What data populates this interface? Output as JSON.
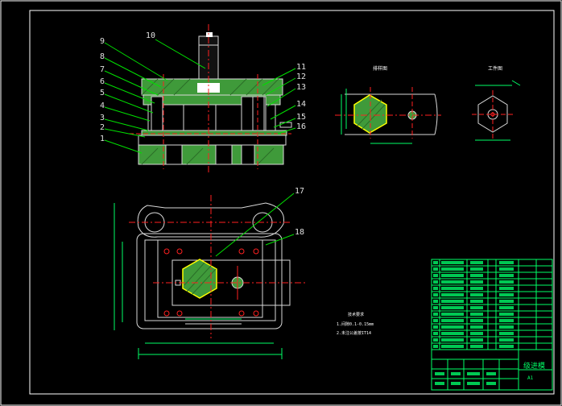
{
  "drawing": {
    "colors": {
      "background": "#000000",
      "border": "#ffffff",
      "part_fill": "#3f9a3a",
      "part_line": "#d8d8d8",
      "center_line": "#ff2020",
      "leader_line": "#00e000",
      "dimension_line": "#00ff66",
      "hex_outline": "#ffff00"
    },
    "part_numbers": [
      "1",
      "2",
      "3",
      "4",
      "5",
      "6",
      "7",
      "8",
      "9",
      "10",
      "11",
      "12",
      "13",
      "14",
      "15",
      "16",
      "17",
      "18"
    ],
    "strip_layout_title": "排样图",
    "workpiece_title": "工件图",
    "technical_requirements": {
      "title": "技术要求",
      "items": [
        "1.间隙0.1-0.15mm",
        "2.未注公差按IT14"
      ]
    },
    "title_block": {
      "drawing_name": "级进模",
      "scale": "A1"
    }
  }
}
